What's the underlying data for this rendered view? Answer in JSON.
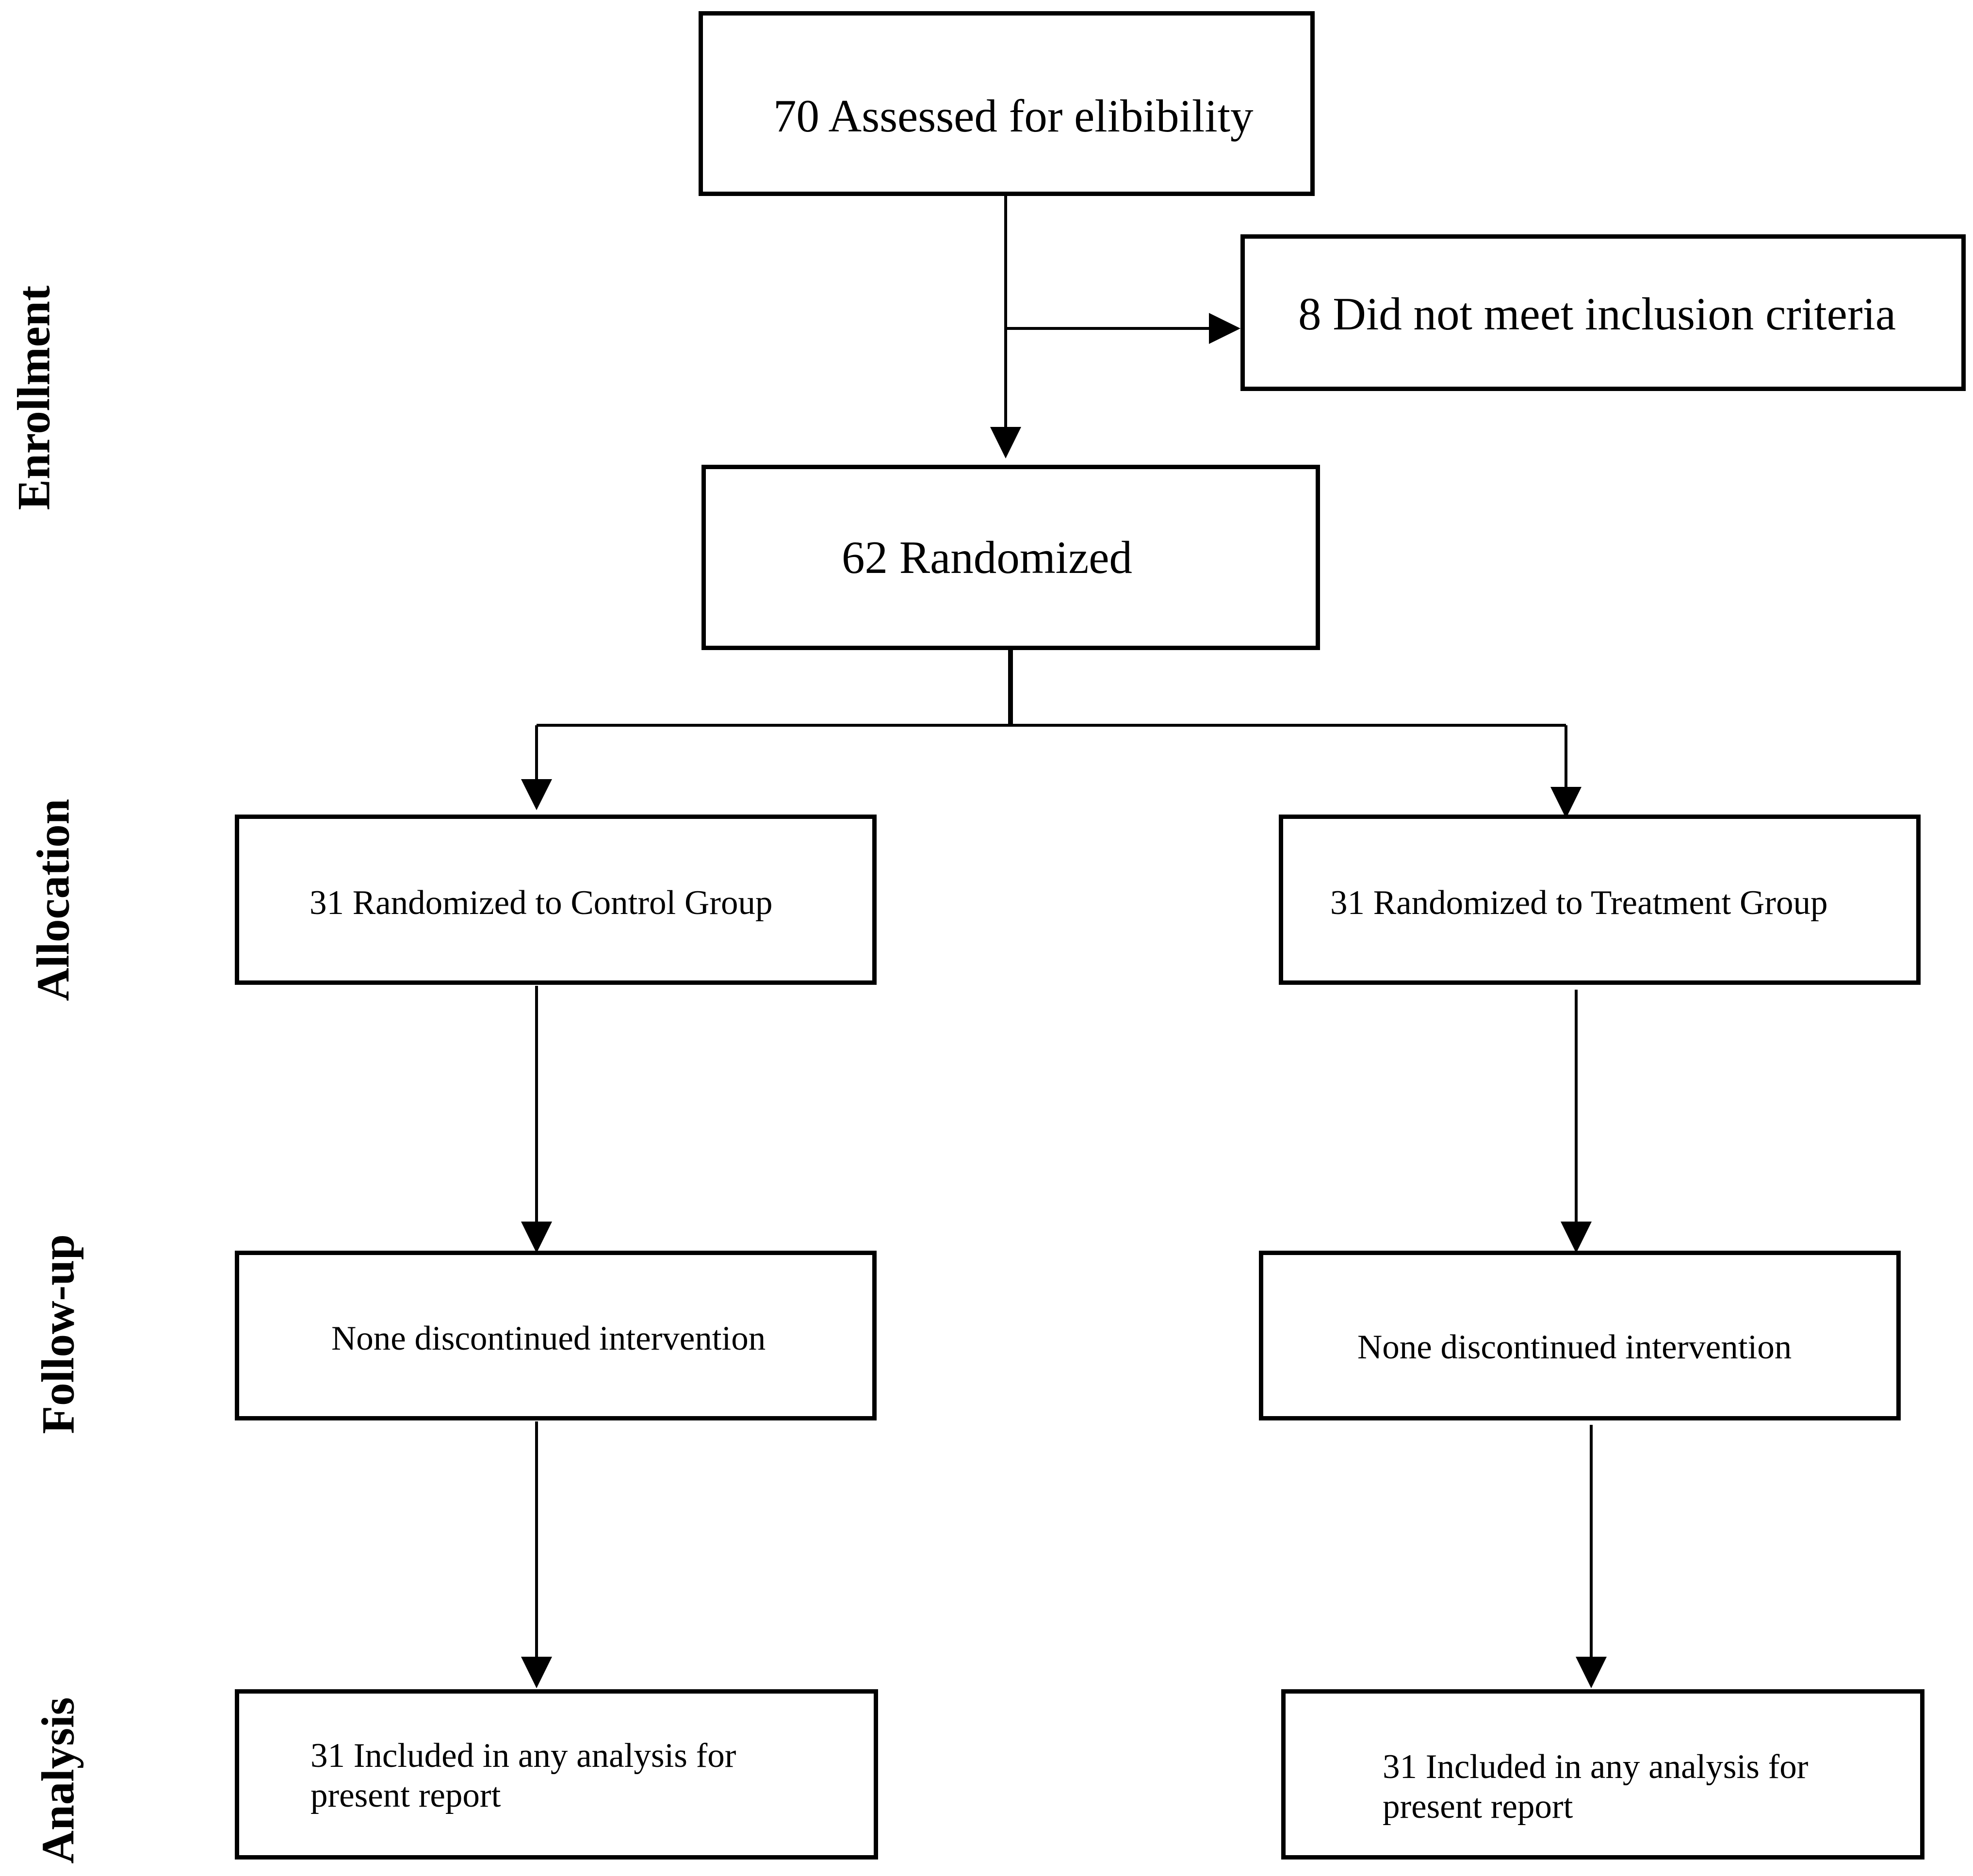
{
  "stages": {
    "enrollment": "Enrollment",
    "allocation": "Allocation",
    "follow_up": "Follow-up",
    "analysis": "Analysis"
  },
  "boxes": {
    "assessed": "70 Assessed for elibibility",
    "excluded": "8 Did not meet inclusion criteria",
    "randomized": "62 Randomized",
    "control_allocation": "31 Randomized to Control Group",
    "treatment_allocation": "31 Randomized to Treatment Group",
    "control_followup": "None discontinued intervention",
    "treatment_followup": "None discontinued intervention",
    "control_analysis": "31 Included in any analysis for present report",
    "treatment_analysis": "31 Included in any analysis for present report"
  },
  "colors": {
    "line": "#000000",
    "background": "#ffffff"
  }
}
